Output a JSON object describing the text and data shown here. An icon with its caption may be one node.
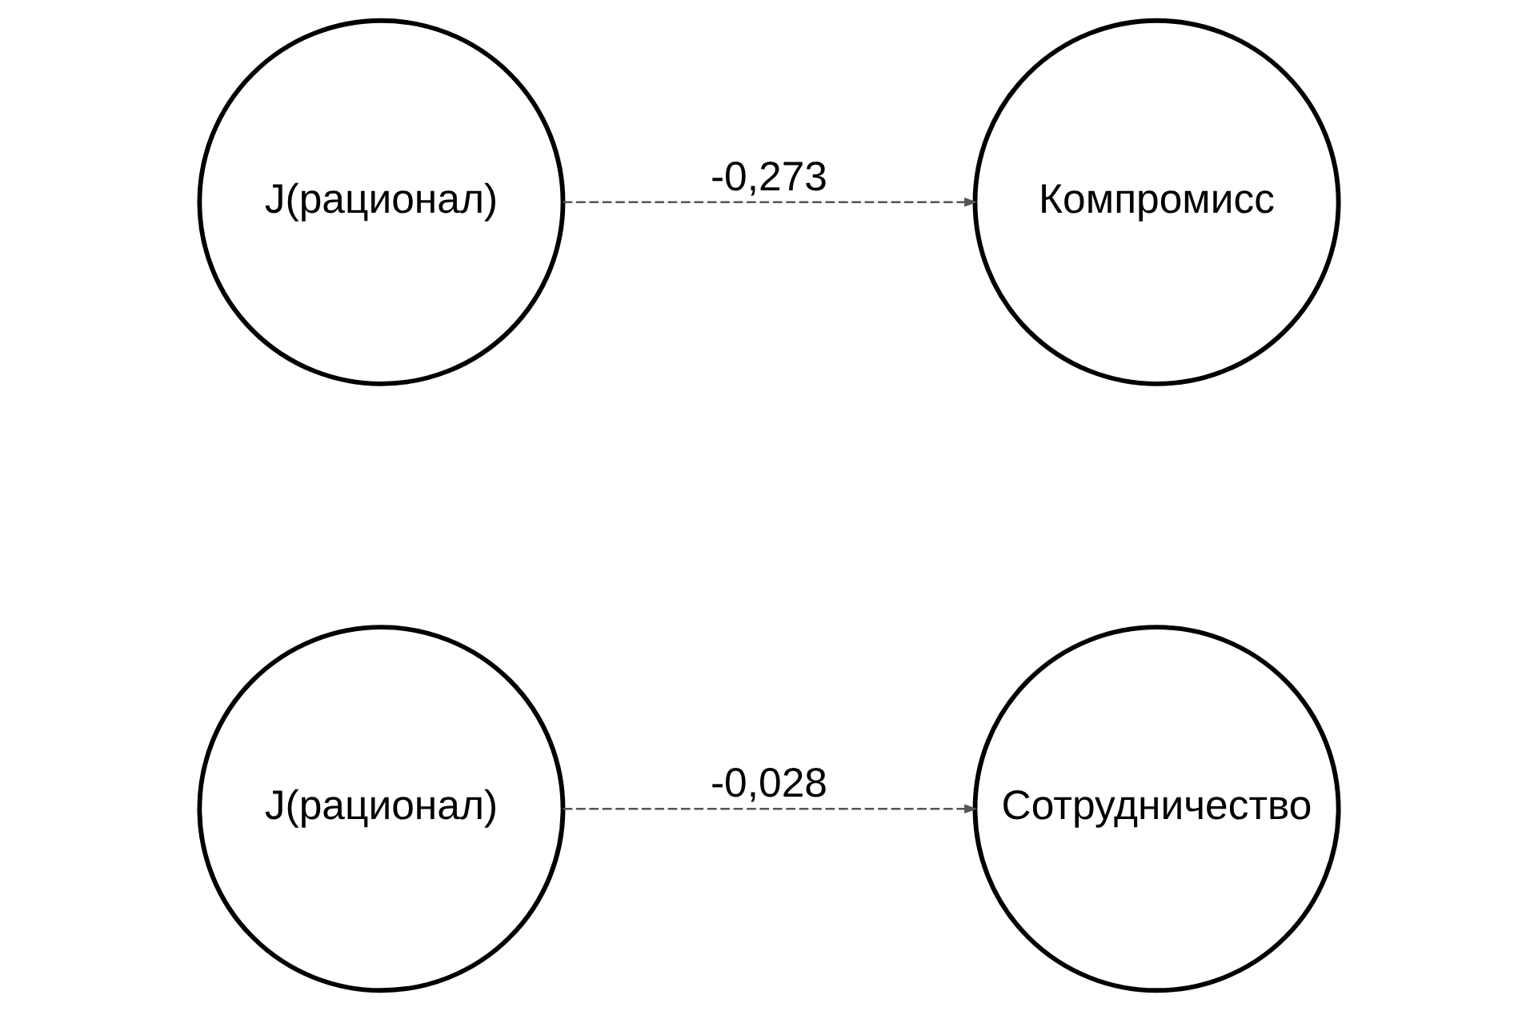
{
  "diagram": {
    "nodes": [
      {
        "text": [
          "J(рационал)"
        ]
      },
      {
        "text": [
          "Компромисс"
        ]
      },
      {
        "text": [
          "J(рационал)"
        ]
      },
      {
        "text": [
          "Сотрудничество"
        ]
      }
    ],
    "edges": [
      {
        "from": 0,
        "to": 1,
        "arrow": "to",
        "label": "-0,273",
        "style": "dashed"
      },
      {
        "from": 2,
        "to": 3,
        "arrow": "to",
        "label": "-0,028",
        "style": "dashed"
      }
    ]
  }
}
